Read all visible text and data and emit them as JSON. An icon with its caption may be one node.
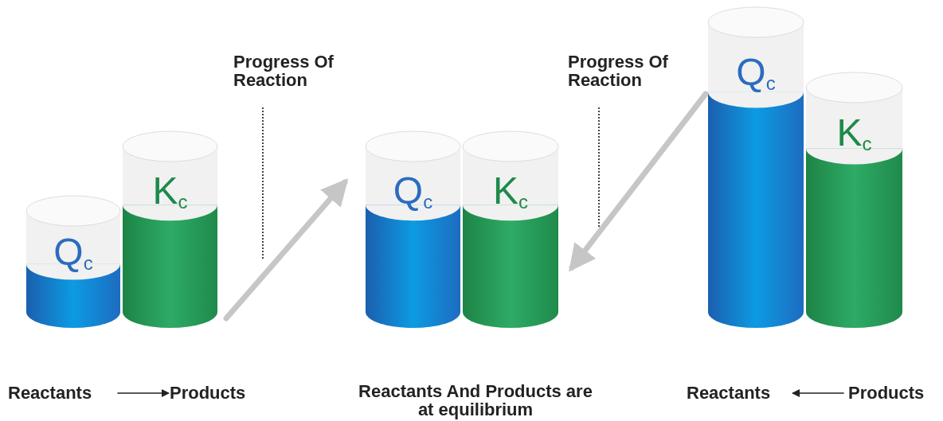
{
  "diagram": {
    "nodes": [
      {
        "text": [
          "Q$_{c}$"
        ]
      },
      {
        "text": [
          "K$_{c}$"
        ]
      },
      {
        "text": [
          "Q$_{c}$"
        ]
      },
      {
        "text": [
          "K$_{c}$"
        ]
      },
      {
        "text": [
          "Q$_{c}$"
        ]
      },
      {
        "text": [
          "K$_{c}$"
        ]
      },
      {
        "text": [
          "Reactants"
        ]
      },
      {
        "text": [
          "Products"
        ]
      },
      {
        "text": [
          "Reactants"
        ]
      },
      {
        "text": [
          "Products"
        ]
      }
    ],
    "edges": [
      {
        "from": 1,
        "to": 2,
        "arrow": "to",
        "style": "thick",
        "color": "#c6c6c6"
      },
      {
        "from": 4,
        "to": 3,
        "arrow": "to",
        "style": "thick",
        "color": "#c6c6c6"
      },
      {
        "from": 6,
        "to": 7,
        "arrow": "to",
        "color": "#222222"
      },
      {
        "from": 9,
        "to": 8,
        "arrow": "to",
        "color": "#222222"
      }
    ],
    "labels": [
      "Progress Of Reaction",
      "Reactants And Products are at equilibrium",
      "Progress Of Reaction"
    ]
  }
}
